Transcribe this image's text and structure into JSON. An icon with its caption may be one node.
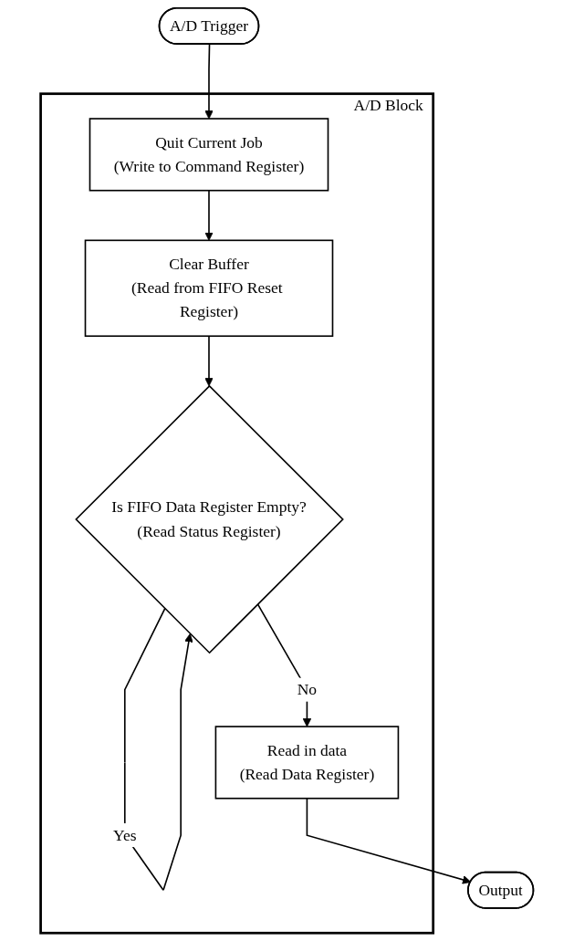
{
  "diagram": {
    "nodes": [
      {
        "text": [
          "A/D Trigger"
        ]
      },
      {
        "text": [
          "A/D Block"
        ]
      },
      {
        "text": [
          "Quit Current Job",
          "(Write to Command Register)"
        ],
        "in": 1
      },
      {
        "text": [
          "Clear Buffer",
          "(Read from FIFO Reset Register)"
        ],
        "in": 1
      },
      {
        "text": [
          "Is FIFO Data Register Empty?",
          "(Read Status Register)"
        ],
        "in": 1
      },
      {
        "text": [
          "Read in data",
          "(Read Data Register)"
        ],
        "in": 1
      },
      {
        "text": [
          "Output"
        ]
      }
    ],
    "edges": [
      {
        "from": 0,
        "to": 2,
        "arrow": "to"
      },
      {
        "from": 2,
        "to": 3,
        "arrow": "to"
      },
      {
        "from": 3,
        "to": 4,
        "arrow": "to"
      },
      {
        "from": 4,
        "to": 4,
        "label": "Yes",
        "arrow": "to"
      },
      {
        "from": 4,
        "to": 5,
        "label": "No",
        "arrow": "to"
      },
      {
        "from": 5,
        "to": 6,
        "arrow": "to"
      }
    ]
  }
}
